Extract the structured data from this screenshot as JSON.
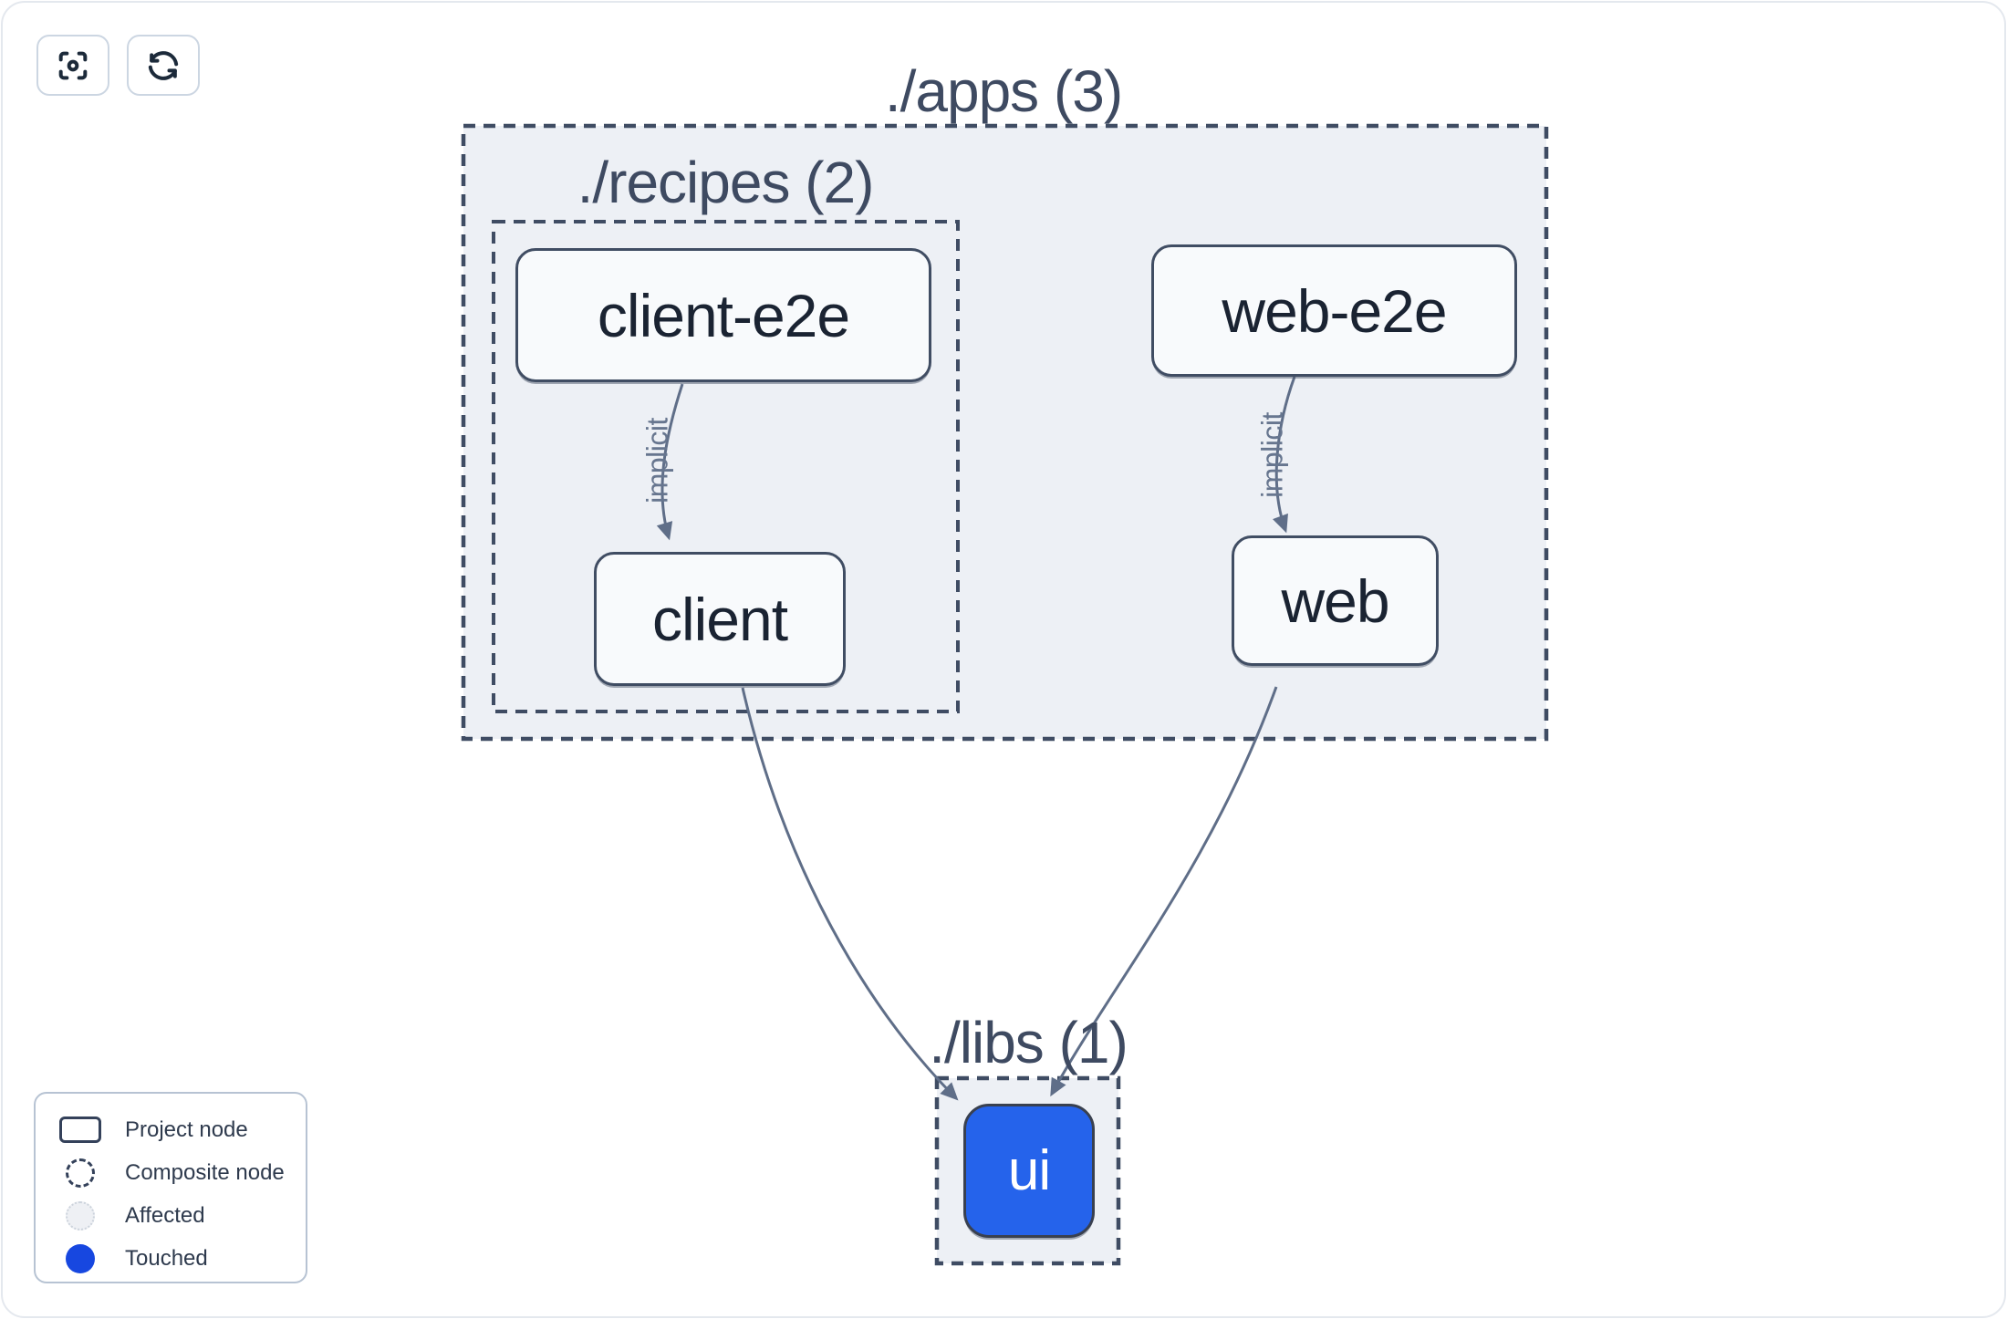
{
  "toolbar": {
    "icons": [
      "focus-icon",
      "refresh-icon"
    ]
  },
  "graph": {
    "groups": {
      "apps": {
        "label": "./apps (3)"
      },
      "recipes": {
        "label": "./recipes (2)"
      },
      "libs": {
        "label": "./libs (1)"
      }
    },
    "nodes": {
      "client_e2e": {
        "label": "client-e2e"
      },
      "web_e2e": {
        "label": "web-e2e"
      },
      "client": {
        "label": "client"
      },
      "web": {
        "label": "web"
      },
      "ui": {
        "label": "ui",
        "state": "touched"
      }
    },
    "edges": {
      "client_e2e_client": {
        "label": "implicit"
      },
      "web_e2e_web": {
        "label": "implicit"
      },
      "client_ui": {
        "label": ""
      },
      "web_ui": {
        "label": ""
      }
    }
  },
  "legend": {
    "items": [
      {
        "label": "Project node",
        "icon": "project-node-swatch"
      },
      {
        "label": "Composite node",
        "icon": "composite-node-swatch"
      },
      {
        "label": "Affected",
        "icon": "affected-swatch"
      },
      {
        "label": "Touched",
        "icon": "touched-swatch"
      }
    ]
  },
  "colors": {
    "touched_node": "#2563eb",
    "touched_legend": "#1747e0",
    "affected_fill": "#eef0f4",
    "composite_fill": "#edf0f5",
    "node_fill": "#f8fafc",
    "border": "#404d63",
    "edge": "#5f6e88"
  }
}
